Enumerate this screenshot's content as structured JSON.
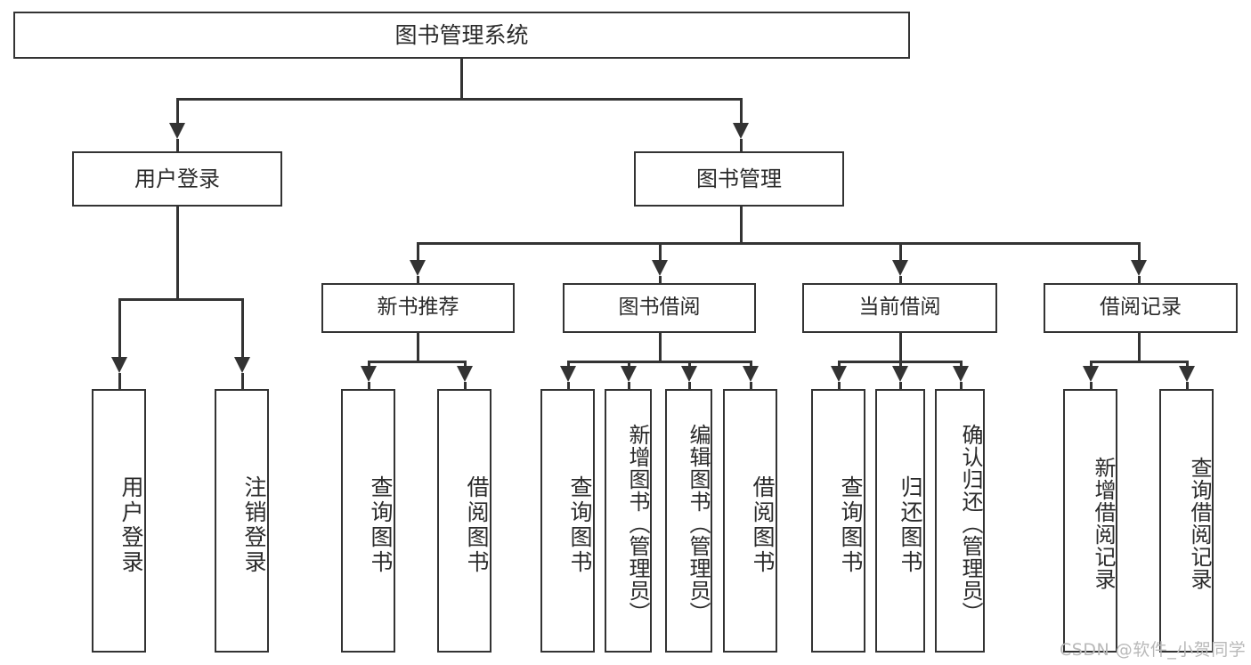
{
  "diagram": {
    "type": "tree-hierarchy",
    "title": "图书管理系统",
    "root": {
      "label": "图书管理系统",
      "level": 1
    },
    "level2": [
      {
        "label": "用户登录"
      },
      {
        "label": "图书管理"
      }
    ],
    "level3": [
      {
        "label": "新书推荐"
      },
      {
        "label": "图书借阅"
      },
      {
        "label": "当前借阅"
      },
      {
        "label": "借阅记录"
      }
    ],
    "leaves": {
      "user_login": [
        {
          "label": "用户登录"
        },
        {
          "label": "注销登录"
        }
      ],
      "new_book_recommend": [
        {
          "label": "查询图书"
        },
        {
          "label": "借阅图书"
        }
      ],
      "book_borrow": [
        {
          "label": "查询图书"
        },
        {
          "label": "新增图书（管理员）"
        },
        {
          "label": "编辑图书（管理员）"
        },
        {
          "label": "借阅图书"
        }
      ],
      "current_borrow": [
        {
          "label": "查询图书"
        },
        {
          "label": "归还图书"
        },
        {
          "label": "确认归还（管理员）"
        }
      ],
      "borrow_record": [
        {
          "label": "新增借阅记录"
        },
        {
          "label": "查询借阅记录"
        }
      ]
    }
  },
  "watermark": {
    "text": "CSDN @软件_小贺同学"
  },
  "colors": {
    "background": "#ffffff",
    "border": "#333333",
    "text": "#2b2b2b",
    "watermark": "#b9b9b9"
  }
}
